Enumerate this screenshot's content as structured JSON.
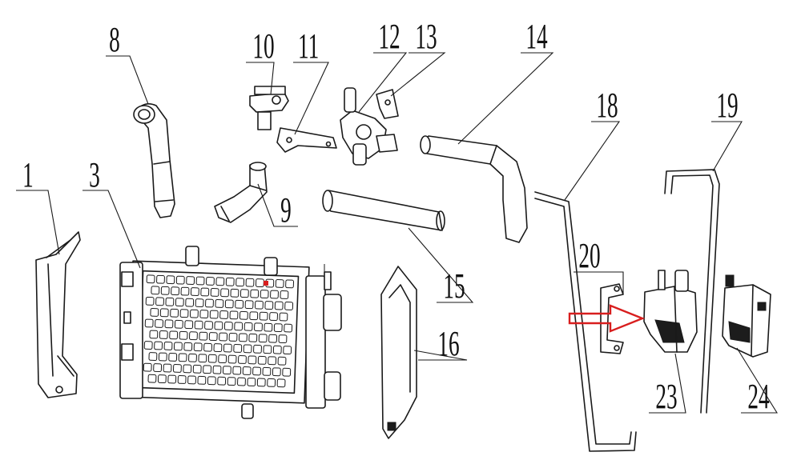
{
  "diagram": {
    "callouts": [
      {
        "id": "c1",
        "label": "1"
      },
      {
        "id": "c3",
        "label": "3"
      },
      {
        "id": "c8",
        "label": "8"
      },
      {
        "id": "c9",
        "label": "9"
      },
      {
        "id": "c10",
        "label": "10"
      },
      {
        "id": "c11",
        "label": "11"
      },
      {
        "id": "c12",
        "label": "12"
      },
      {
        "id": "c13",
        "label": "13"
      },
      {
        "id": "c14",
        "label": "14"
      },
      {
        "id": "c15",
        "label": "15"
      },
      {
        "id": "c16",
        "label": "16"
      },
      {
        "id": "c18",
        "label": "18"
      },
      {
        "id": "c19",
        "label": "19"
      },
      {
        "id": "c20",
        "label": "20"
      },
      {
        "id": "c23",
        "label": "23"
      },
      {
        "id": "c24",
        "label": "24"
      }
    ],
    "colors": {
      "ink": "#1a1a1a",
      "arrow": "#d81e1e",
      "background": "#ffffff"
    }
  }
}
